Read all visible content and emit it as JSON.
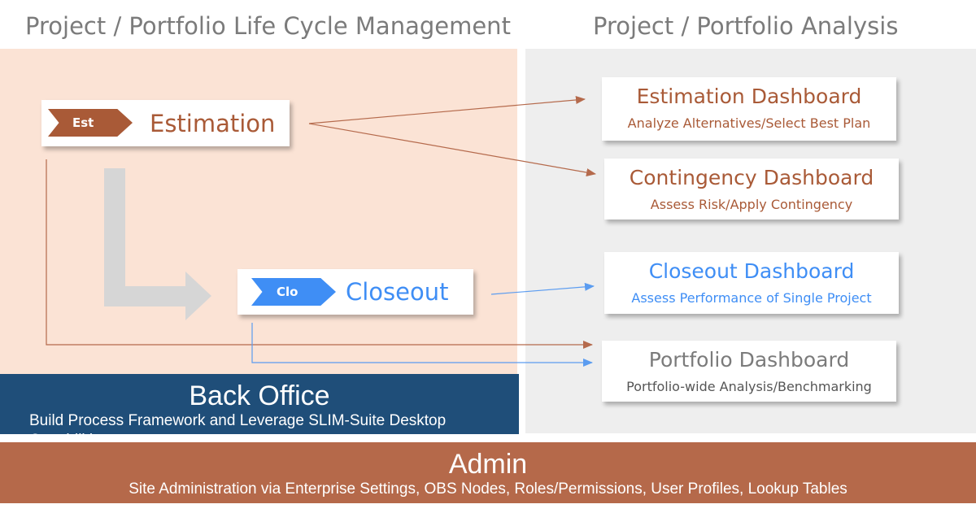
{
  "headings": {
    "left": "Project / Portfolio Life Cycle Management",
    "right": "Project / Portfolio Analysis"
  },
  "stages": {
    "estimation": {
      "badge": "Est",
      "label": "Estimation",
      "color": "#a95a37"
    },
    "closeout": {
      "badge": "Clo",
      "label": "Closeout",
      "color": "#3f8ef5"
    }
  },
  "dashboards": {
    "estimation": {
      "title": "Estimation Dashboard",
      "subtitle": "Analyze Alternatives/Select Best Plan",
      "color": "#a95a37"
    },
    "contingency": {
      "title": "Contingency Dashboard",
      "subtitle": "Assess Risk/Apply Contingency",
      "color": "#a95a37"
    },
    "closeout": {
      "title": "Closeout Dashboard",
      "subtitle": "Assess Performance of Single Project",
      "color": "#3f8ef5"
    },
    "portfolio": {
      "title": "Portfolio Dashboard",
      "subtitle": "Portfolio-wide Analysis/Benchmarking",
      "color": "#7b7b7b"
    }
  },
  "back_office": {
    "title": "Back Office",
    "subtitle": "Build Process Framework and Leverage SLIM-Suite Desktop Capabilities",
    "color": "#1f4e79"
  },
  "admin": {
    "title": "Admin",
    "subtitle": "Site Administration via Enterprise Settings, OBS Nodes, Roles/Permissions, User Profiles, Lookup Tables",
    "color": "#b5694a"
  },
  "colors": {
    "lifecycle_panel": "#fbe3d5",
    "analysis_panel": "#eeeeee",
    "estimation_connector": "#b56a4c",
    "closeout_connector": "#5b9cf0",
    "flow_arrow": "#d6d6d6"
  }
}
